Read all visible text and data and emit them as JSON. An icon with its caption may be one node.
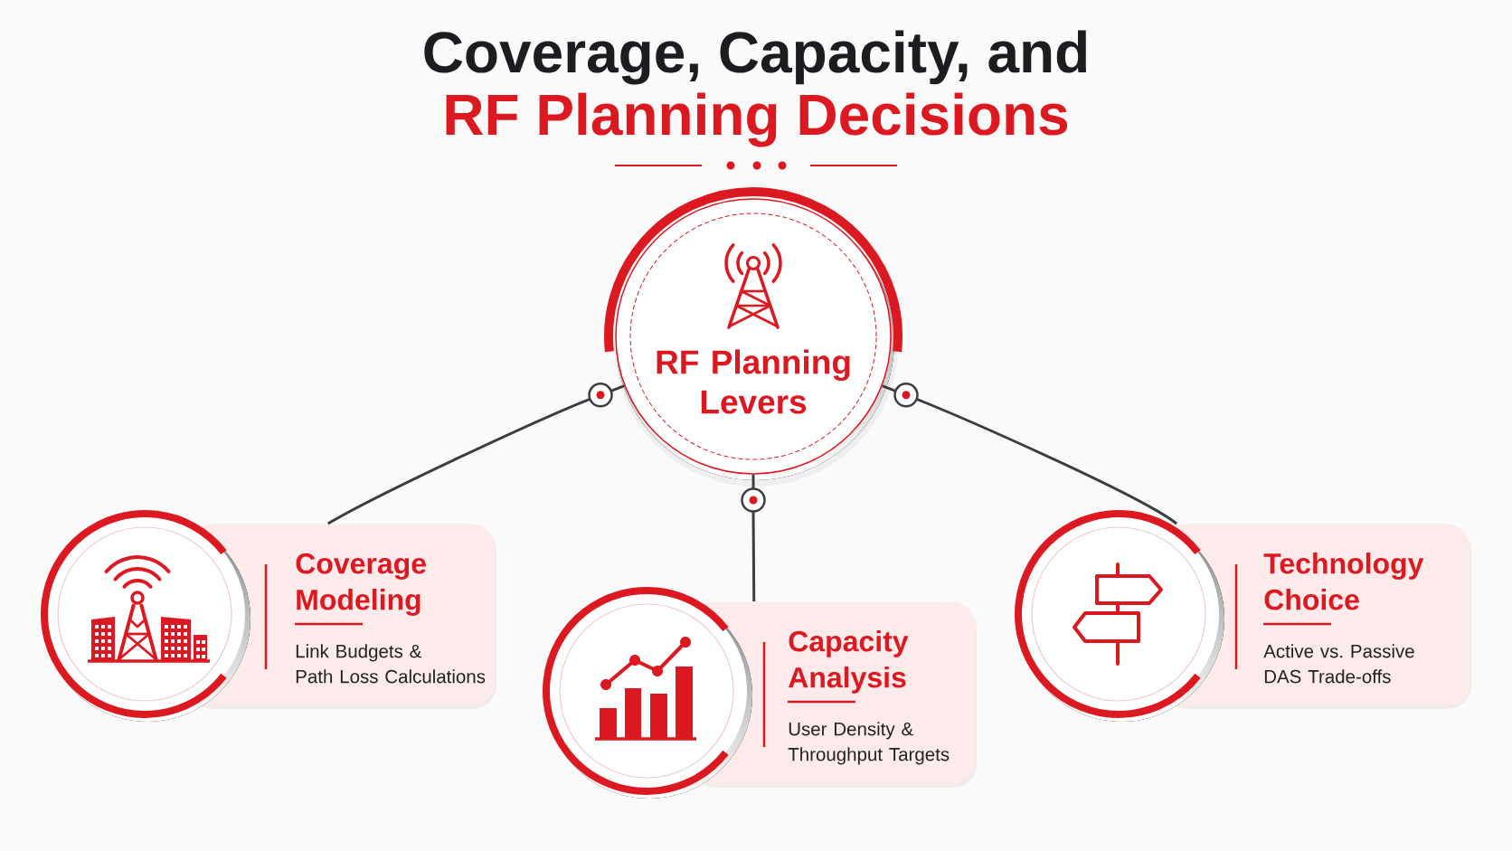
{
  "diagram": {
    "title": "Coverage, Capacity, and RF Planning Decisions",
    "nodes": [
      {
        "text": [
          "RF Planning Levers"
        ]
      },
      {
        "text": [
          "Coverage Modeling",
          "Link Budgets & Path Loss Calculations"
        ]
      },
      {
        "text": [
          "Capacity Analysis",
          "User Density & Throughput Targets"
        ]
      },
      {
        "text": [
          "Technology Choice",
          "Active vs. Passive DAS Trade-offs"
        ]
      }
    ],
    "edges": [
      {
        "from": 0,
        "to": 1,
        "arrow": "none"
      },
      {
        "from": 0,
        "to": 2,
        "arrow": "none"
      },
      {
        "from": 0,
        "to": 3,
        "arrow": "none"
      }
    ]
  }
}
